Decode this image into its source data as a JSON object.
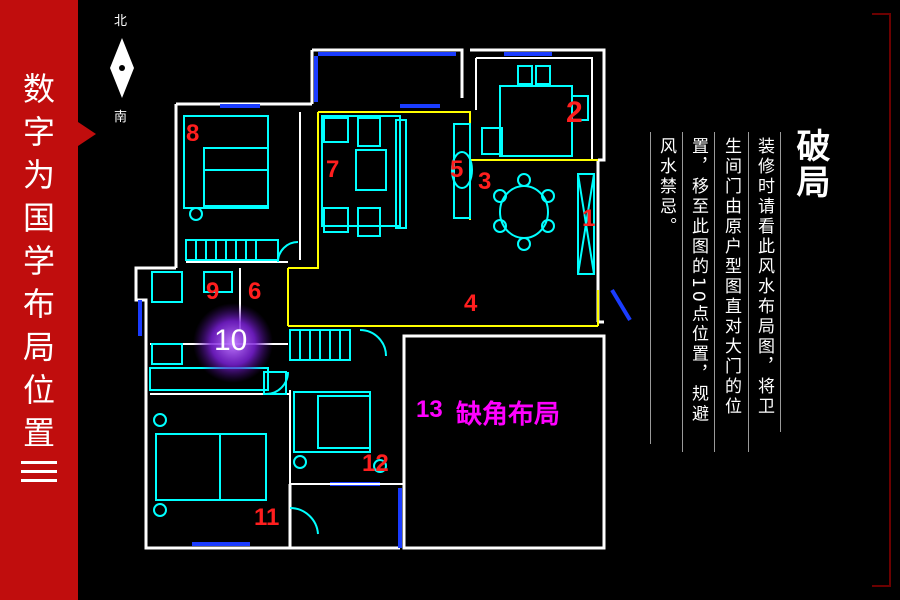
{
  "sidebar": {
    "title_chars": [
      "数",
      "字",
      "为",
      "国",
      "学",
      "布",
      "局",
      "位",
      "置"
    ],
    "accent_color": "#c00d0d"
  },
  "compass": {
    "north": "北",
    "south": "南"
  },
  "plan": {
    "labels": {
      "n1": "1",
      "n2": "2",
      "n3": "3",
      "n4": "4",
      "n5": "5",
      "n6": "6",
      "n7": "7",
      "n8": "8",
      "n9": "9",
      "n10": "10",
      "n11": "11",
      "n12": "12"
    },
    "missing_corner": {
      "number": "13",
      "text": "缺角布局",
      "color": "#ff00ff"
    },
    "wall_color": "#ffffff",
    "furniture_color": "#00ffff",
    "window_color": "#0022ff",
    "partition_color": "#ffff00",
    "number_color": "#ff1e1e",
    "highlight_color": "#8a2be2"
  },
  "note": {
    "title": "破局",
    "columns": [
      "装修时请看此风水布局图，将卫",
      "生间门由原户型图直对大门的位",
      "置，移至此图的10点位置，规避",
      "风水禁忌。"
    ]
  }
}
